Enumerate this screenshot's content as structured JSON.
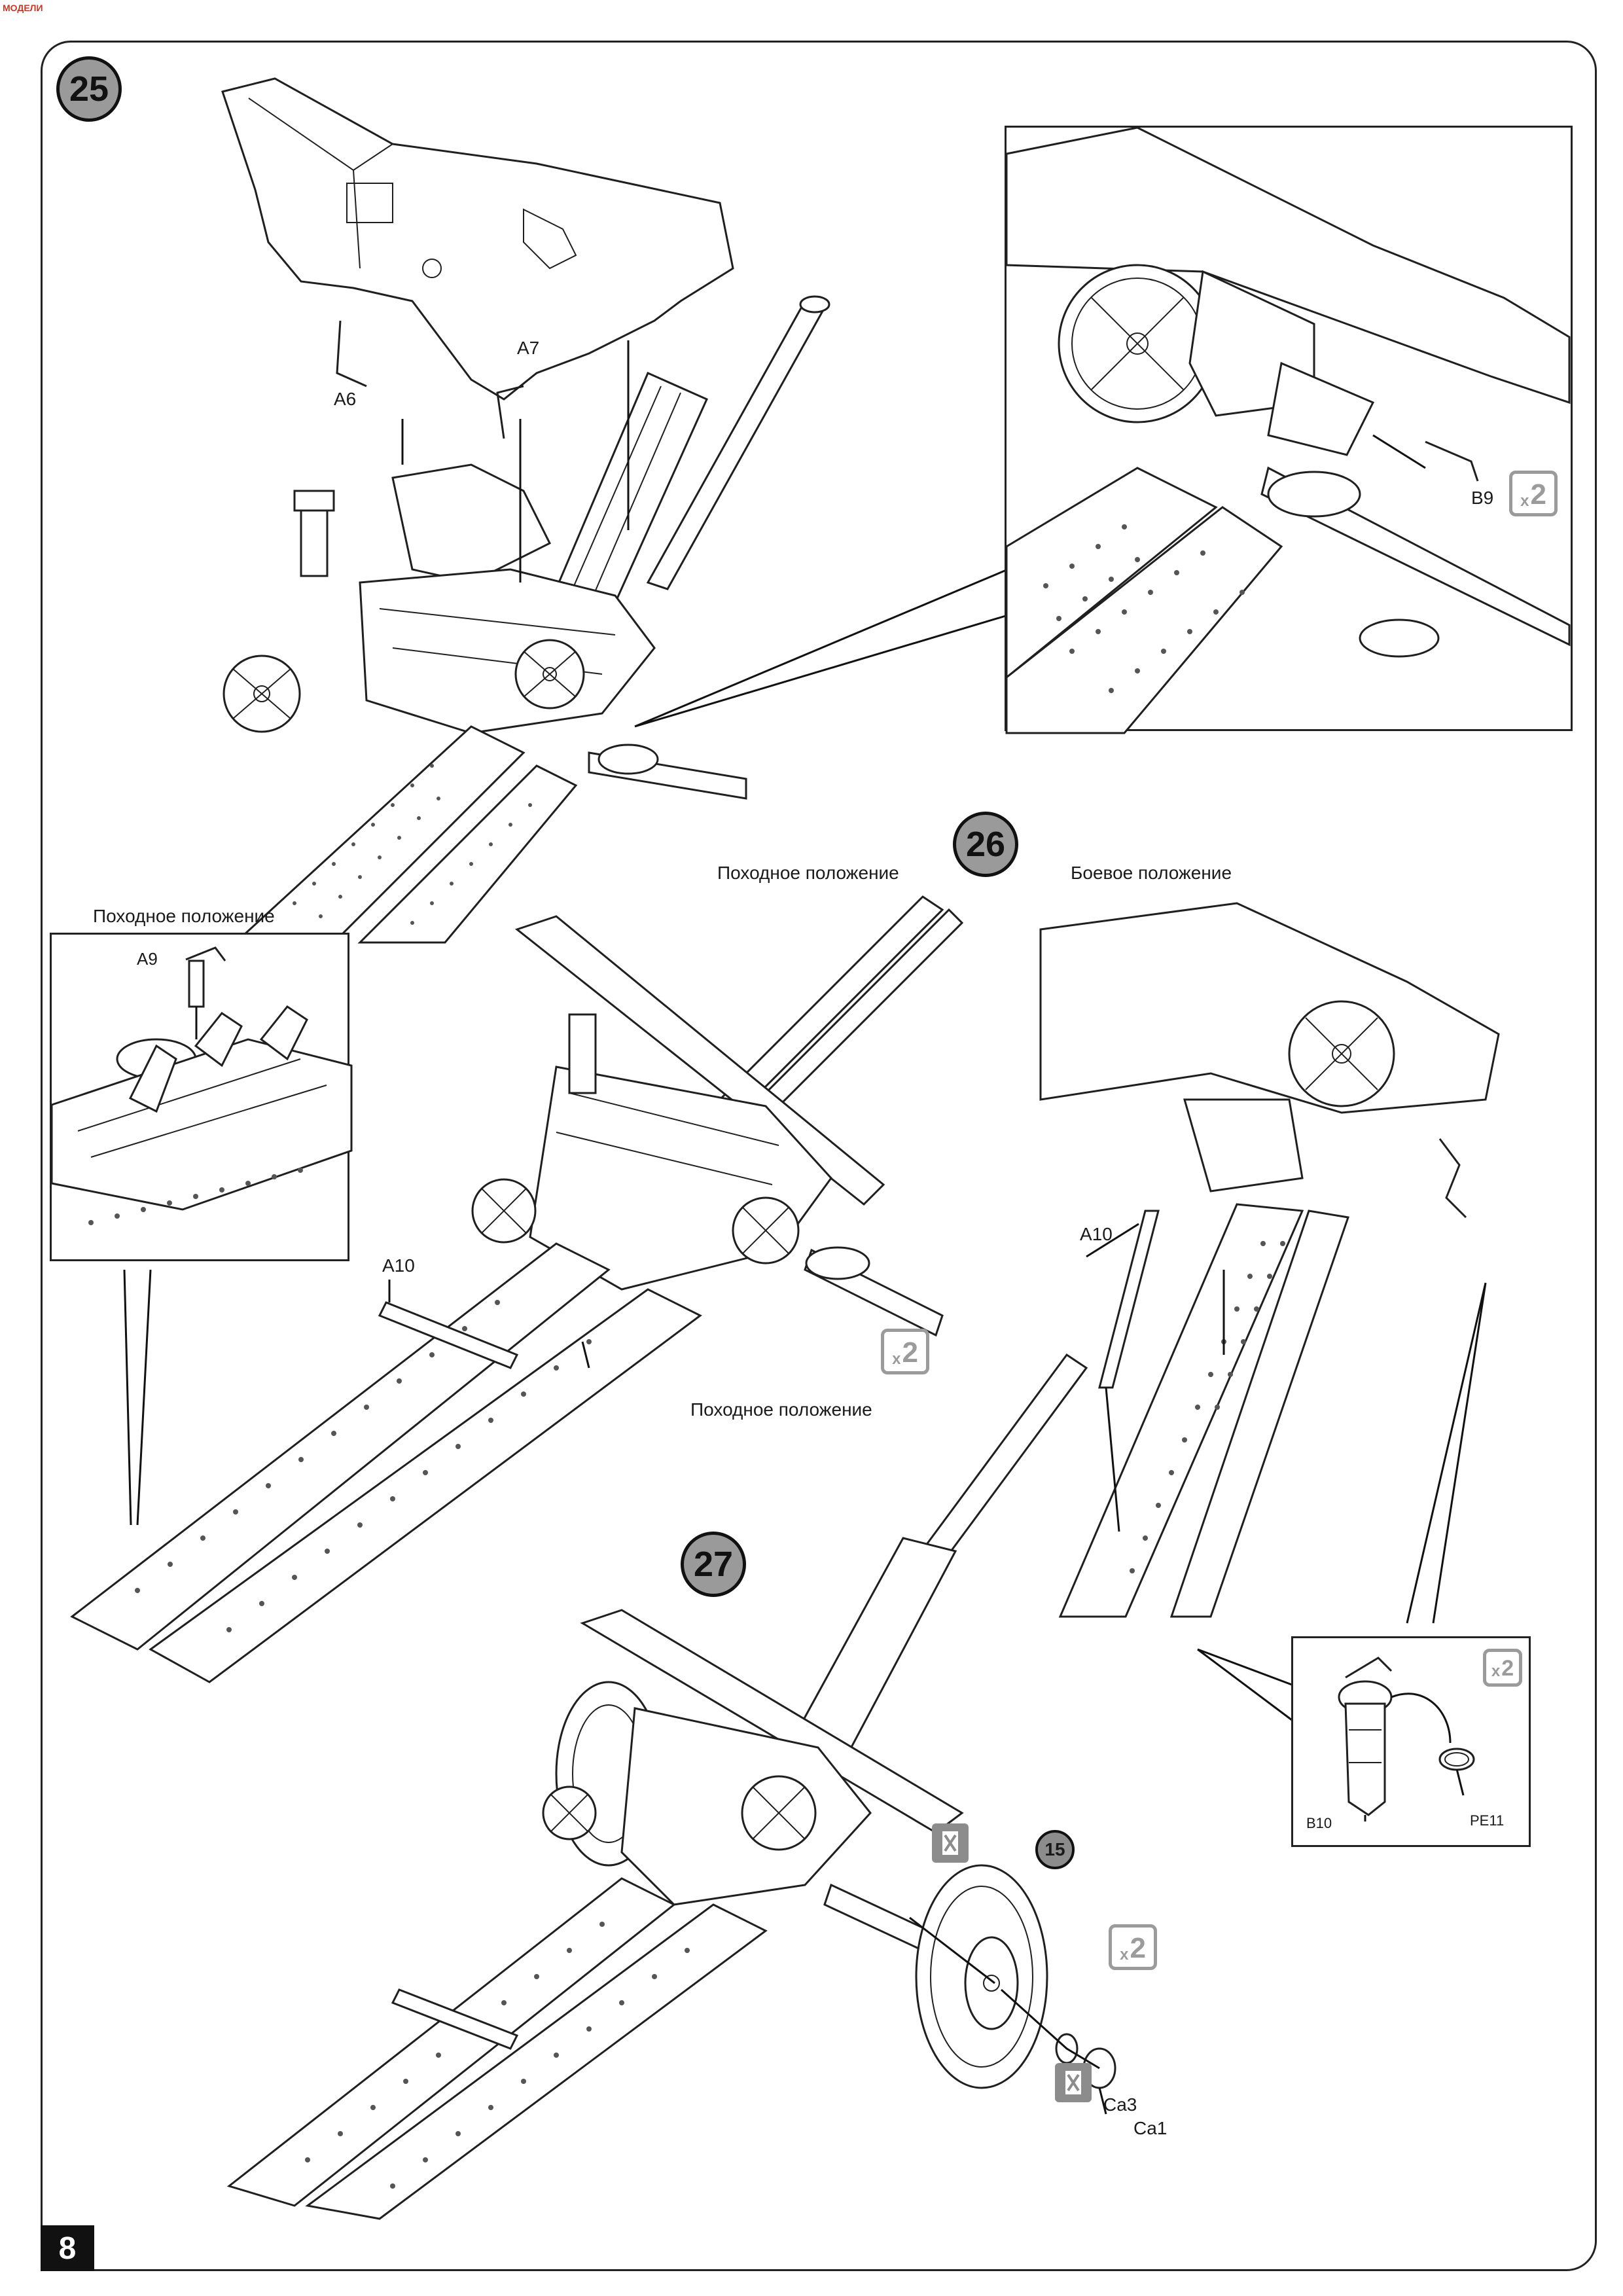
{
  "corner_logo": "МОДЕЛИ",
  "page_number": "8",
  "steps": {
    "s25": "25",
    "s26": "26",
    "s27": "27"
  },
  "step25": {
    "parts": {
      "a6": "A6",
      "a7": "A7",
      "b9": "B9"
    },
    "b9_qty": "2"
  },
  "step26": {
    "travel_label_left": "Походное положение",
    "travel_label_center": "Походное положение",
    "combat_label": "Боевое положение",
    "travel_label_lower": "Походное положение",
    "parts": {
      "a9": "A9",
      "a10_left": "A10",
      "a10_right": "A10",
      "b10": "B10",
      "pe11": "PE11"
    },
    "chain_qty": "2",
    "pin_qty": "2"
  },
  "step27": {
    "wheel_ref": "15",
    "parts": {
      "ca3": "Ca3",
      "ca1": "Ca1"
    },
    "wheel_qty": "2"
  },
  "icons": {
    "glue": "glue-icon",
    "qty": "multiply-quantity-icon"
  }
}
